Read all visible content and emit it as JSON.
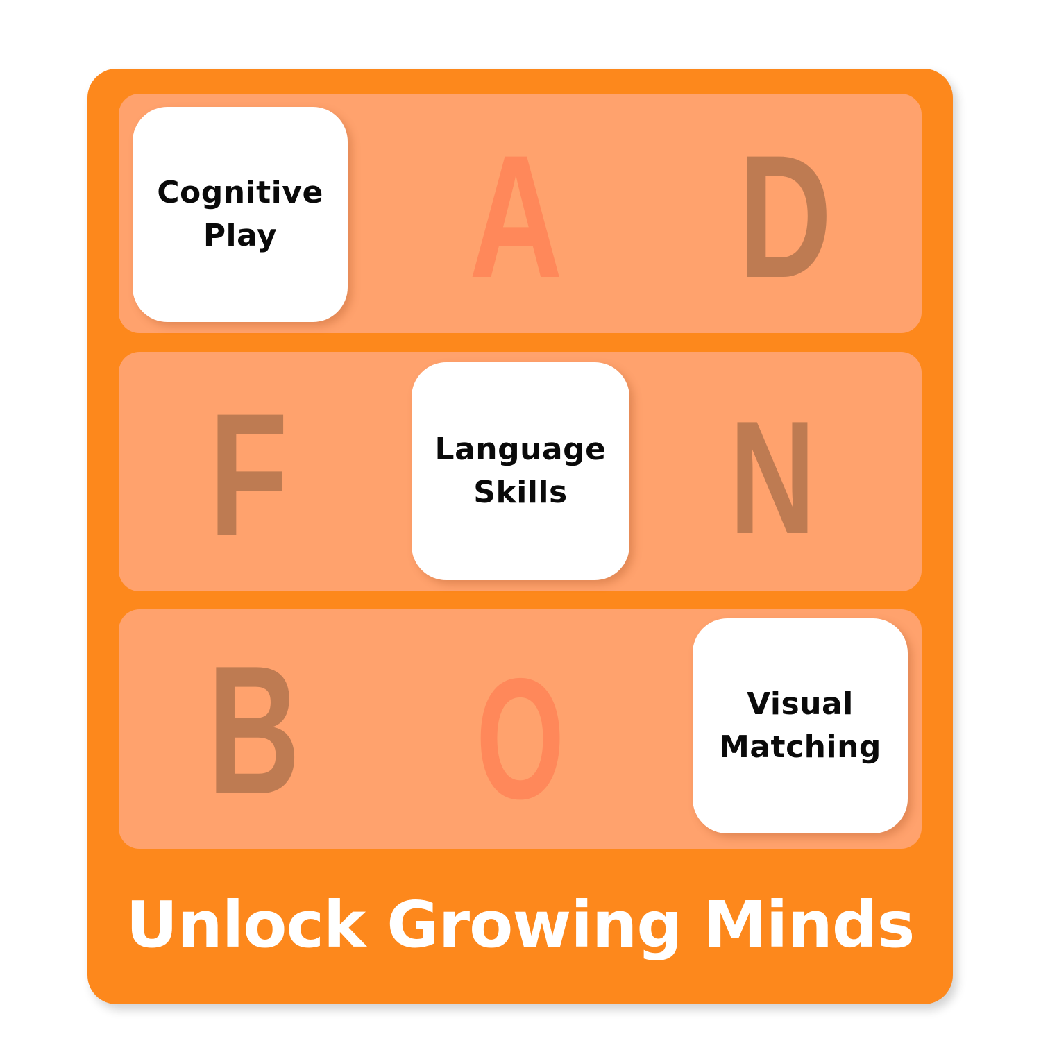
{
  "colors": {
    "outer": "#FD881C",
    "row_bg": "#FFA26D",
    "letter_brown": "#BE7B52",
    "letter_salmon": "#FF885A",
    "tile_bg": "#FFFFFF",
    "tile_text": "#0A0A0A",
    "tagline_text": "#FFFFFF"
  },
  "rows": [
    {
      "tile": {
        "label": "Cognitive\nPlay"
      },
      "letters": [
        {
          "char": "A",
          "color": "salmon"
        },
        {
          "char": "D",
          "color": "brown"
        }
      ]
    },
    {
      "tile": {
        "label": "Language\nSkills"
      },
      "letters": [
        {
          "char": "F",
          "color": "brown"
        },
        {
          "char": "N",
          "color": "brown"
        }
      ]
    },
    {
      "tile": {
        "label": "Visual\nMatching"
      },
      "letters": [
        {
          "char": "B",
          "color": "brown"
        },
        {
          "char": "O",
          "color": "salmon"
        }
      ]
    }
  ],
  "tagline": "Unlock Growing Minds"
}
